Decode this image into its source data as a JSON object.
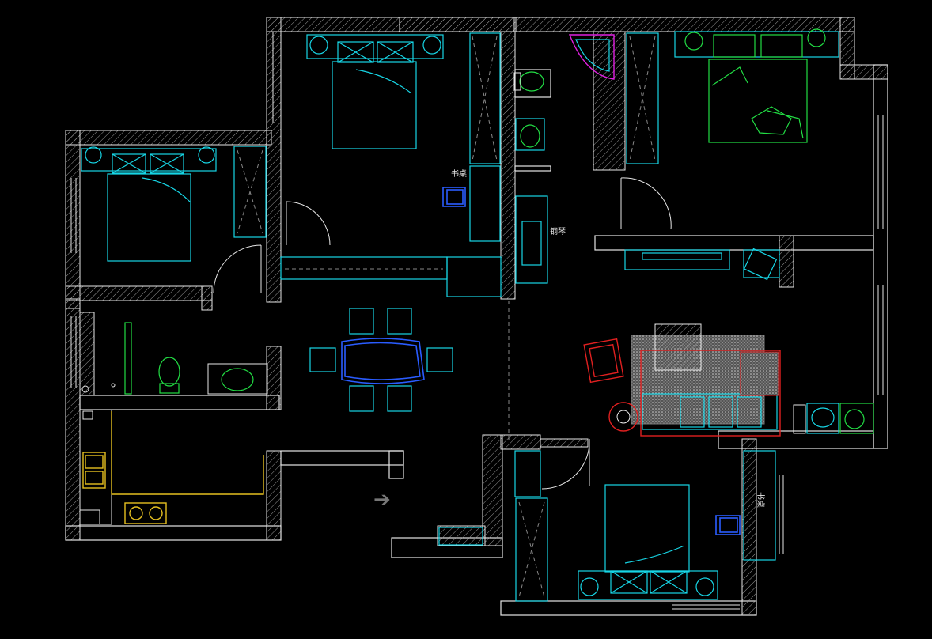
{
  "drawing": {
    "background_color": "#000000",
    "colors": {
      "wall": "#e6e6e6",
      "furniture_cyan": "#17d6e6",
      "furniture_green": "#22dd44",
      "table_blue": "#2a5cff",
      "sofa_red": "#e02020",
      "kitchen_yellow": "#e6c020",
      "bath_magenta": "#e020e0"
    },
    "labels": {
      "desk_top": "书桌",
      "piano": "钢琴",
      "desk_bottom": "书桌"
    },
    "icons": {
      "entry_arrow": "➔"
    }
  }
}
